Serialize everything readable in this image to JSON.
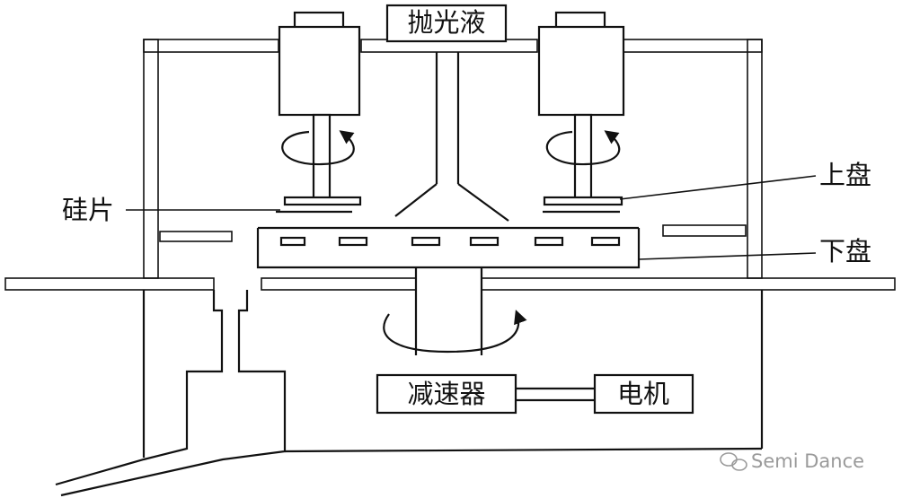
{
  "labels": {
    "polishing_liquid": "抛光液",
    "wafer": "硅片",
    "upper_plate": "上盘",
    "lower_plate": "下盘",
    "reducer": "减速器",
    "motor": "电机"
  },
  "watermark": {
    "text": "Semi Dance"
  }
}
